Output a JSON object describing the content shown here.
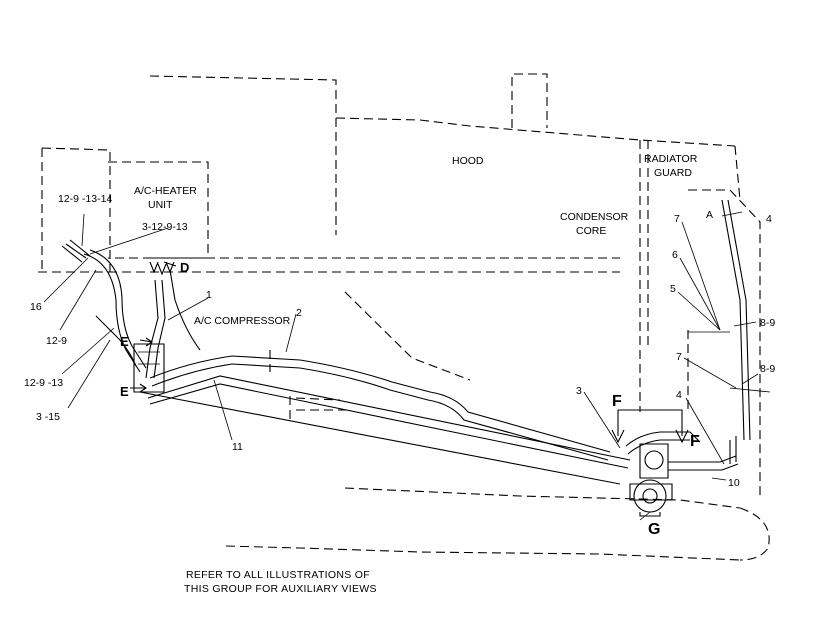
{
  "labels": {
    "hood": "HOOD",
    "radiator_guard_1": "RADIATOR",
    "radiator_guard_2": "GUARD",
    "condensor_core_1": "CONDENSOR",
    "condensor_core_2": "CORE",
    "ac_heater_unit_1": "A/C-HEATER",
    "ac_heater_unit_2": "UNIT",
    "ac_compressor": "A/C COMPRESSOR"
  },
  "callouts": {
    "c_12_9_13_14": "12-9 -13-14",
    "c_3_12_9_13": "3-12-9-13",
    "c_16": "16",
    "c_12_9": "12-9",
    "c_12_9_13": "12-9 -13",
    "c_3_15": "3 -15",
    "c_1": "1",
    "c_2": "2",
    "c_11": "11",
    "c_3": "3",
    "c_4_top": "4",
    "c_4_bottom": "4",
    "c_7_top": "7",
    "c_6": "6",
    "c_5": "5",
    "c_8_9_top": "8-9",
    "c_7_bottom": "7",
    "c_8_9_bottom": "8-9",
    "c_10": "10",
    "c_a": "A"
  },
  "view_letters": {
    "d": "D",
    "e1": "E",
    "e2": "E",
    "f1": "F",
    "f2": "F",
    "g": "G"
  },
  "footnote": {
    "line1": "REFER TO ALL ILLUSTRATIONS OF",
    "line2": "THIS GROUP FOR AUXILIARY VIEWS"
  }
}
